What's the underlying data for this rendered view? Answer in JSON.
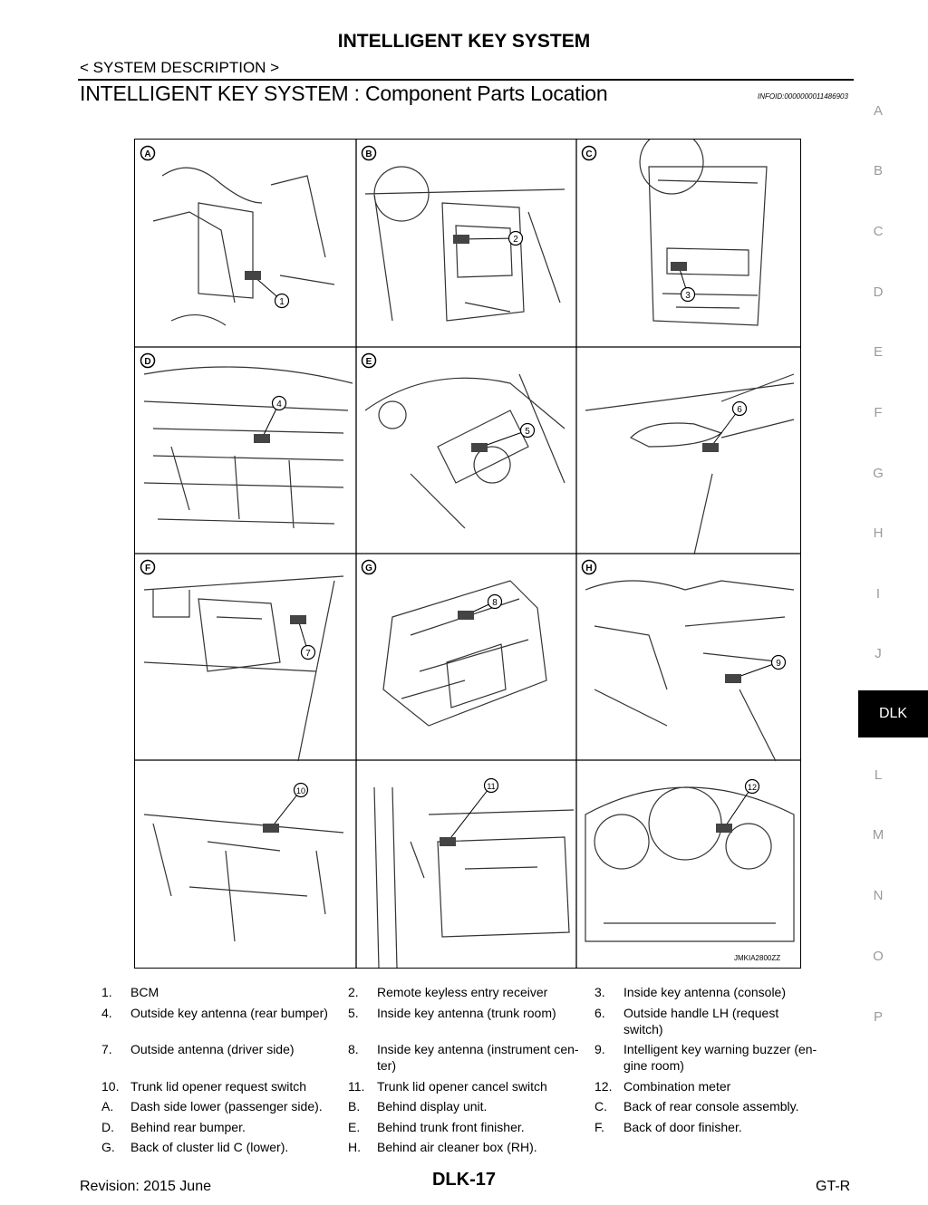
{
  "header": {
    "title": "INTELLIGENT KEY SYSTEM",
    "breadcrumb": "< SYSTEM DESCRIPTION >",
    "section_title": "INTELLIGENT KEY SYSTEM : Component  Parts  Location",
    "info_id": "INFOID:0000000011486903"
  },
  "side_index": {
    "letters": [
      "A",
      "B",
      "C",
      "D",
      "E",
      "F",
      "G",
      "H",
      "I",
      "J",
      "L",
      "M",
      "N",
      "O",
      "P"
    ],
    "active_tab": "DLK"
  },
  "figure": {
    "panel_labels": [
      "A",
      "B",
      "C",
      "D",
      "E",
      "",
      "F",
      "G",
      "H",
      "",
      "",
      ""
    ],
    "callouts": [
      "1",
      "2",
      "3",
      "4",
      "5",
      "6",
      "7",
      "8",
      "9",
      "10",
      "11",
      "12"
    ],
    "reference_code": "JMKIA2800ZZ"
  },
  "legend": [
    [
      {
        "n": "1.",
        "t": "BCM"
      },
      {
        "n": "2.",
        "t": "Remote keyless entry receiver"
      },
      {
        "n": "3.",
        "t": "Inside key antenna (console)"
      }
    ],
    [
      {
        "n": "4.",
        "t": "Outside key antenna (rear bumper)"
      },
      {
        "n": "5.",
        "t": "Inside key antenna (trunk room)"
      },
      {
        "n": "6.",
        "t": "Outside handle LH (request switch)"
      }
    ],
    [
      {
        "n": "7.",
        "t": "Outside antenna (driver side)"
      },
      {
        "n": "8.",
        "t": "Inside key antenna (instrument cen-ter)"
      },
      {
        "n": "9.",
        "t": "Intelligent key warning buzzer (en-gine room)"
      }
    ],
    [
      {
        "n": "10.",
        "t": "Trunk lid opener request switch"
      },
      {
        "n": "11.",
        "t": "Trunk lid opener cancel switch"
      },
      {
        "n": "12.",
        "t": "Combination meter"
      }
    ],
    [
      {
        "n": "A.",
        "t": "Dash side lower (passenger side)."
      },
      {
        "n": "B.",
        "t": "Behind display unit."
      },
      {
        "n": "C.",
        "t": "Back of rear console assembly."
      }
    ],
    [
      {
        "n": "D.",
        "t": "Behind rear bumper."
      },
      {
        "n": "E.",
        "t": "Behind trunk front finisher."
      },
      {
        "n": "F.",
        "t": "Back of door finisher."
      }
    ],
    [
      {
        "n": "G.",
        "t": "Back of cluster lid C (lower)."
      },
      {
        "n": "H.",
        "t": "Behind air cleaner box (RH)."
      },
      {
        "n": "",
        "t": ""
      }
    ]
  ],
  "footer": {
    "revision": "Revision: 2015 June",
    "page": "DLK-17",
    "model": "GT-R"
  }
}
